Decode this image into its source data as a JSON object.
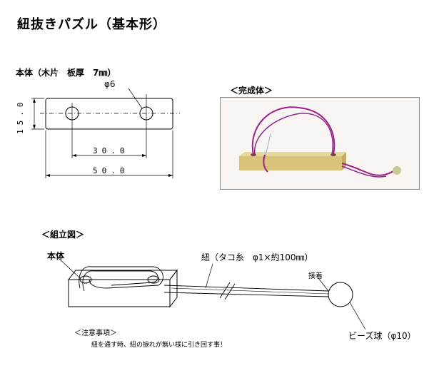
{
  "title": "紐抜きパズル（基本形）",
  "body_section": {
    "label": "本体（木片　板厚　7㎜）",
    "hole_label": "φ6",
    "dim_height": "15.0",
    "dim_hole_spacing": "30.0",
    "dim_length": "50.0"
  },
  "complete_section": {
    "label": "＜完成体＞"
  },
  "assembly_section": {
    "label": "＜組立図＞",
    "body_label": "本体",
    "string_label": "紐（タコ糸　φ1×約100㎜）",
    "glue_label": "接着",
    "bead_label": "ビーズ球（φ10）"
  },
  "notes": {
    "heading": "＜注意事項＞",
    "text": "紐を通す時、紐の捩れが無い様に引き回す事！"
  }
}
